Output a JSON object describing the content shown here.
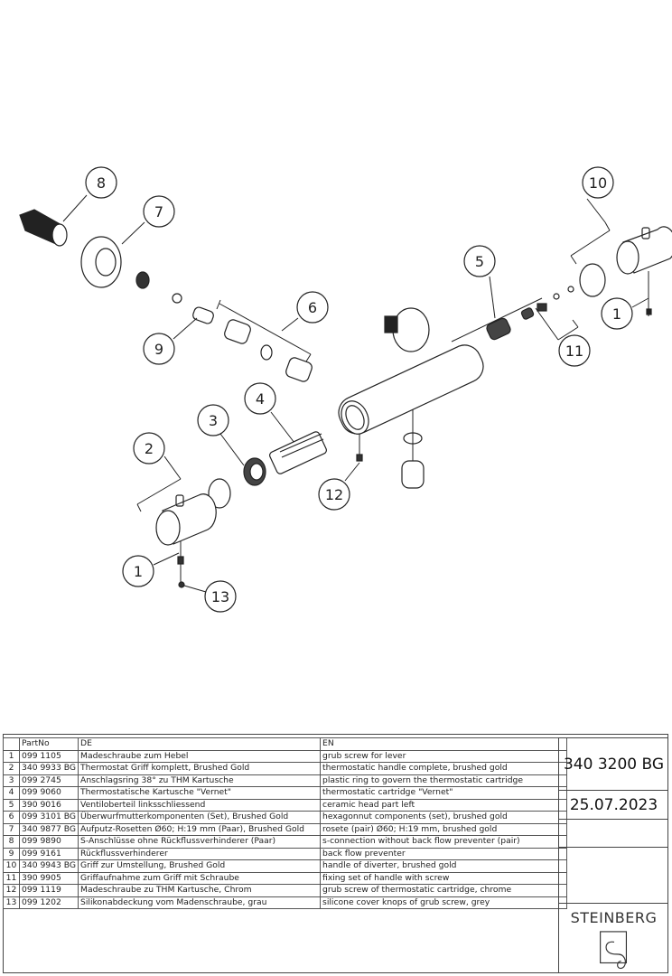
{
  "callouts": [
    "8",
    "7",
    "6",
    "9",
    "3",
    "4",
    "2",
    "1",
    "13",
    "12",
    "5",
    "10",
    "1",
    "11"
  ],
  "table": {
    "headers": [
      "",
      "PartNo",
      "DE",
      "EN"
    ],
    "rows": [
      [
        "1",
        "099 1105",
        "Madeschraube zum Hebel",
        "grub screw for lever"
      ],
      [
        "2",
        "340 9933 BG",
        "Thermostat Griff komplett, Brushed Gold",
        "thermostatic handle complete, brushed gold"
      ],
      [
        "3",
        "099 2745",
        "Anschlagsring 38° zu THM Kartusche",
        "plastic ring to govern the thermostatic cartridge"
      ],
      [
        "4",
        "099 9060",
        "Thermostatische Kartusche \"Vernet\"",
        "thermostatic cartridge \"Vernet\""
      ],
      [
        "5",
        "390 9016",
        "Ventiloberteil linksschliessend",
        "ceramic head part left"
      ],
      [
        "6",
        "099 3101 BG",
        "Überwurfmutterkomponenten (Set), Brushed Gold",
        "hexagonnut components (set), brushed gold"
      ],
      [
        "7",
        "340 9877 BG",
        "Aufputz-Rosetten Ø60; H:19 mm (Paar), Brushed Gold",
        "rosete (pair) Ø60; H:19 mm, brushed gold"
      ],
      [
        "8",
        "099 9890",
        "S-Anschlüsse ohne Rückflussverhinderer (Paar)",
        "s-connection without back flow preventer (pair)"
      ],
      [
        "9",
        "099 9161",
        "Rückflussverhinderer",
        "back flow preventer"
      ],
      [
        "10",
        "340 9943 BG",
        "Griff zur Umstellung, Brushed Gold",
        "handle of diverter, brushed gold"
      ],
      [
        "11",
        "390 9905",
        "Griffaufnahme zum Griff mit Schraube",
        "fixing set of handle with screw"
      ],
      [
        "12",
        "099 1119",
        "Madeschraube zu THM Kartusche, Chrom",
        "grub screw of thermostatic cartridge, chrome"
      ],
      [
        "13",
        "099 1202",
        "Silikonabdeckung vom Madenschraube, grau",
        "silicone cover knops of grub screw, grey"
      ]
    ]
  },
  "title_block": {
    "article_no": "340 3200 BG",
    "date": "25.07.2023",
    "brand": "STEINBERG"
  }
}
